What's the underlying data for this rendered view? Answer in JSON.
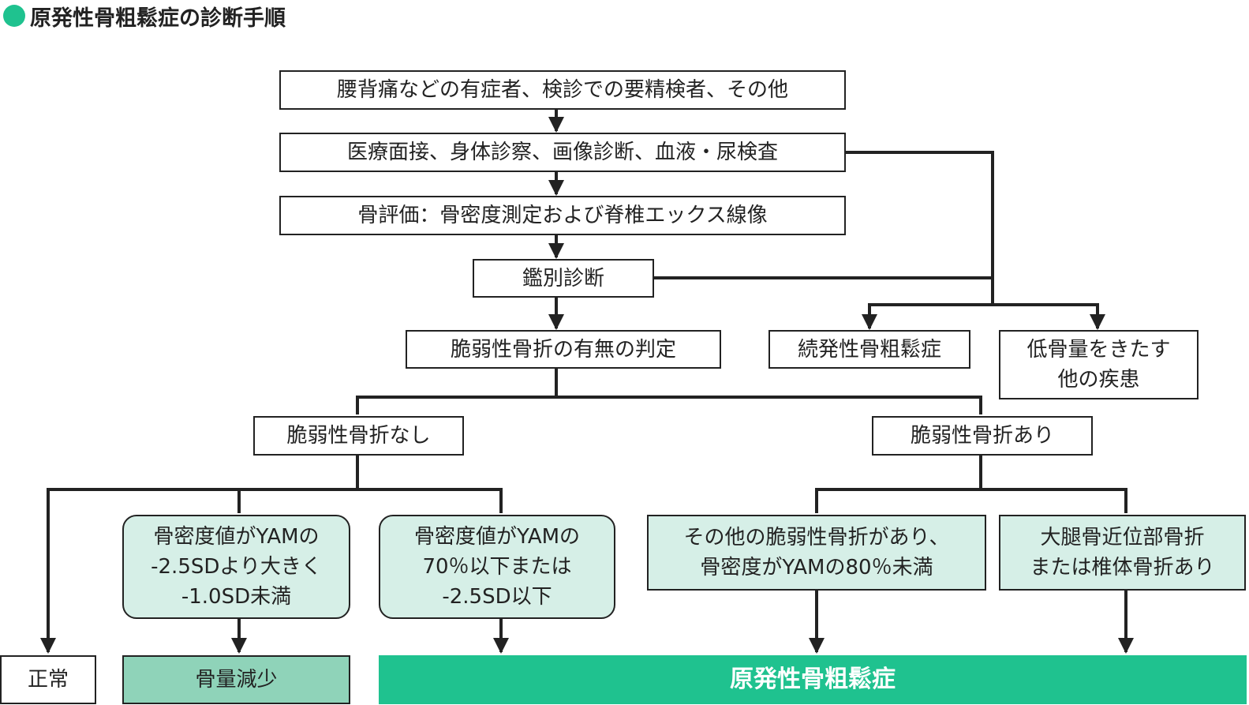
{
  "title": "原発性骨粗鬆症の診断手順",
  "colors": {
    "accent": "#1fc28f",
    "mint": "#d6efe7",
    "mid": "#8fd3b9",
    "line": "#222222"
  },
  "nodes": {
    "patients": "腰背痛などの有症者、検診での要精検者、その他",
    "exam": "医療面接、身体診察、画像診断、血液・尿検査",
    "bone_eval": "骨評価：骨密度測定および脊椎エックス線像",
    "differential": "鑑別診断",
    "fracture_judgement": "脆弱性骨折の有無の判定",
    "secondary": "続発性骨粗鬆症",
    "other_disease": "低骨量をきたす\n他の疾患",
    "no_fracture": "脆弱性骨折なし",
    "fracture": "脆弱性骨折あり",
    "bmd_osteopenia": "骨密度値がYAMの\n-2.5SDより大きく\n-1.0SD未満",
    "bmd_osteoporosis": "骨密度値がYAMの\n70％以下または\n-2.5SD以下",
    "other_fracture": "その他の脆弱性骨折があり、\n骨密度がYAMの80％未満",
    "hip_vertebral": "大腿骨近位部骨折\nまたは椎体骨折あり",
    "normal": "正常",
    "osteopenia": "骨量減少",
    "osteoporosis": "原発性骨粗鬆症"
  }
}
